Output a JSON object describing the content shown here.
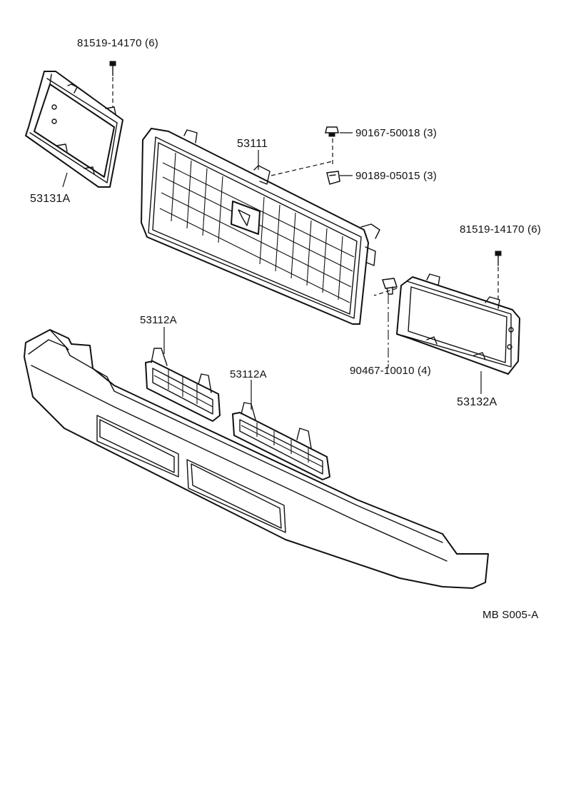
{
  "diagram_code": "MB S005-A",
  "parts": {
    "screw_left": {
      "number": "81519-14170",
      "qty": "(6)"
    },
    "screw_right": {
      "number": "81519-14170",
      "qty": "(6)"
    },
    "grille": {
      "number": "53111"
    },
    "clip_top": {
      "number": "90167-50018",
      "qty": "(3)"
    },
    "nut_top": {
      "number": "90189-05015",
      "qty": "(3)"
    },
    "clip_bottom": {
      "number": "90467-10010",
      "qty": "(4)"
    },
    "bezel_left": {
      "number": "53131A"
    },
    "bezel_right": {
      "number": "53132A"
    },
    "lower_grille_left": {
      "number": "53112A"
    },
    "lower_grille_right": {
      "number": "53112A"
    }
  },
  "colors": {
    "line": "#111111",
    "background": "#ffffff"
  }
}
